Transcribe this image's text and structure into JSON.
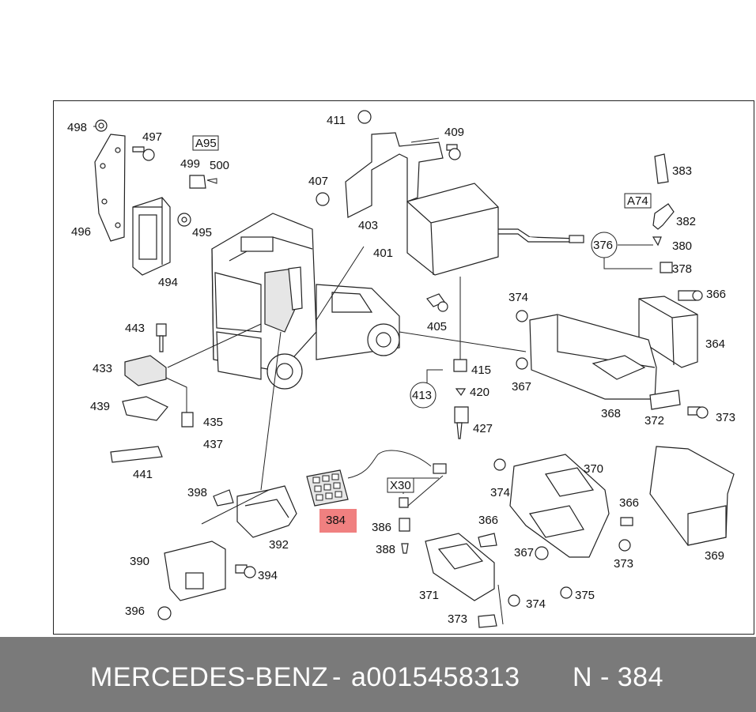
{
  "footer": {
    "brand": "MERCEDES-BENZ",
    "separator": "-",
    "part_number": "a0015458313",
    "reference": "N - 384"
  },
  "diagram": {
    "highlight": {
      "label": "384",
      "color": "#f08080"
    },
    "boxed_labels": [
      {
        "id": "a95",
        "text": "A95"
      },
      {
        "id": "a74",
        "text": "A74"
      },
      {
        "id": "x30",
        "text": "X30"
      }
    ],
    "circled_labels": [
      {
        "id": "376",
        "text": "376"
      },
      {
        "id": "413",
        "text": "413"
      }
    ],
    "callouts": [
      "498",
      "497",
      "499",
      "500",
      "496",
      "495",
      "494",
      "443",
      "433",
      "439",
      "435",
      "437",
      "441",
      "411",
      "409",
      "407",
      "403",
      "401",
      "405",
      "383",
      "382",
      "380",
      "378",
      "366",
      "364",
      "374",
      "367",
      "368",
      "372",
      "373",
      "415",
      "420",
      "427",
      "370",
      "369",
      "398",
      "392",
      "390",
      "394",
      "396",
      "386",
      "388",
      "371",
      "375"
    ]
  }
}
